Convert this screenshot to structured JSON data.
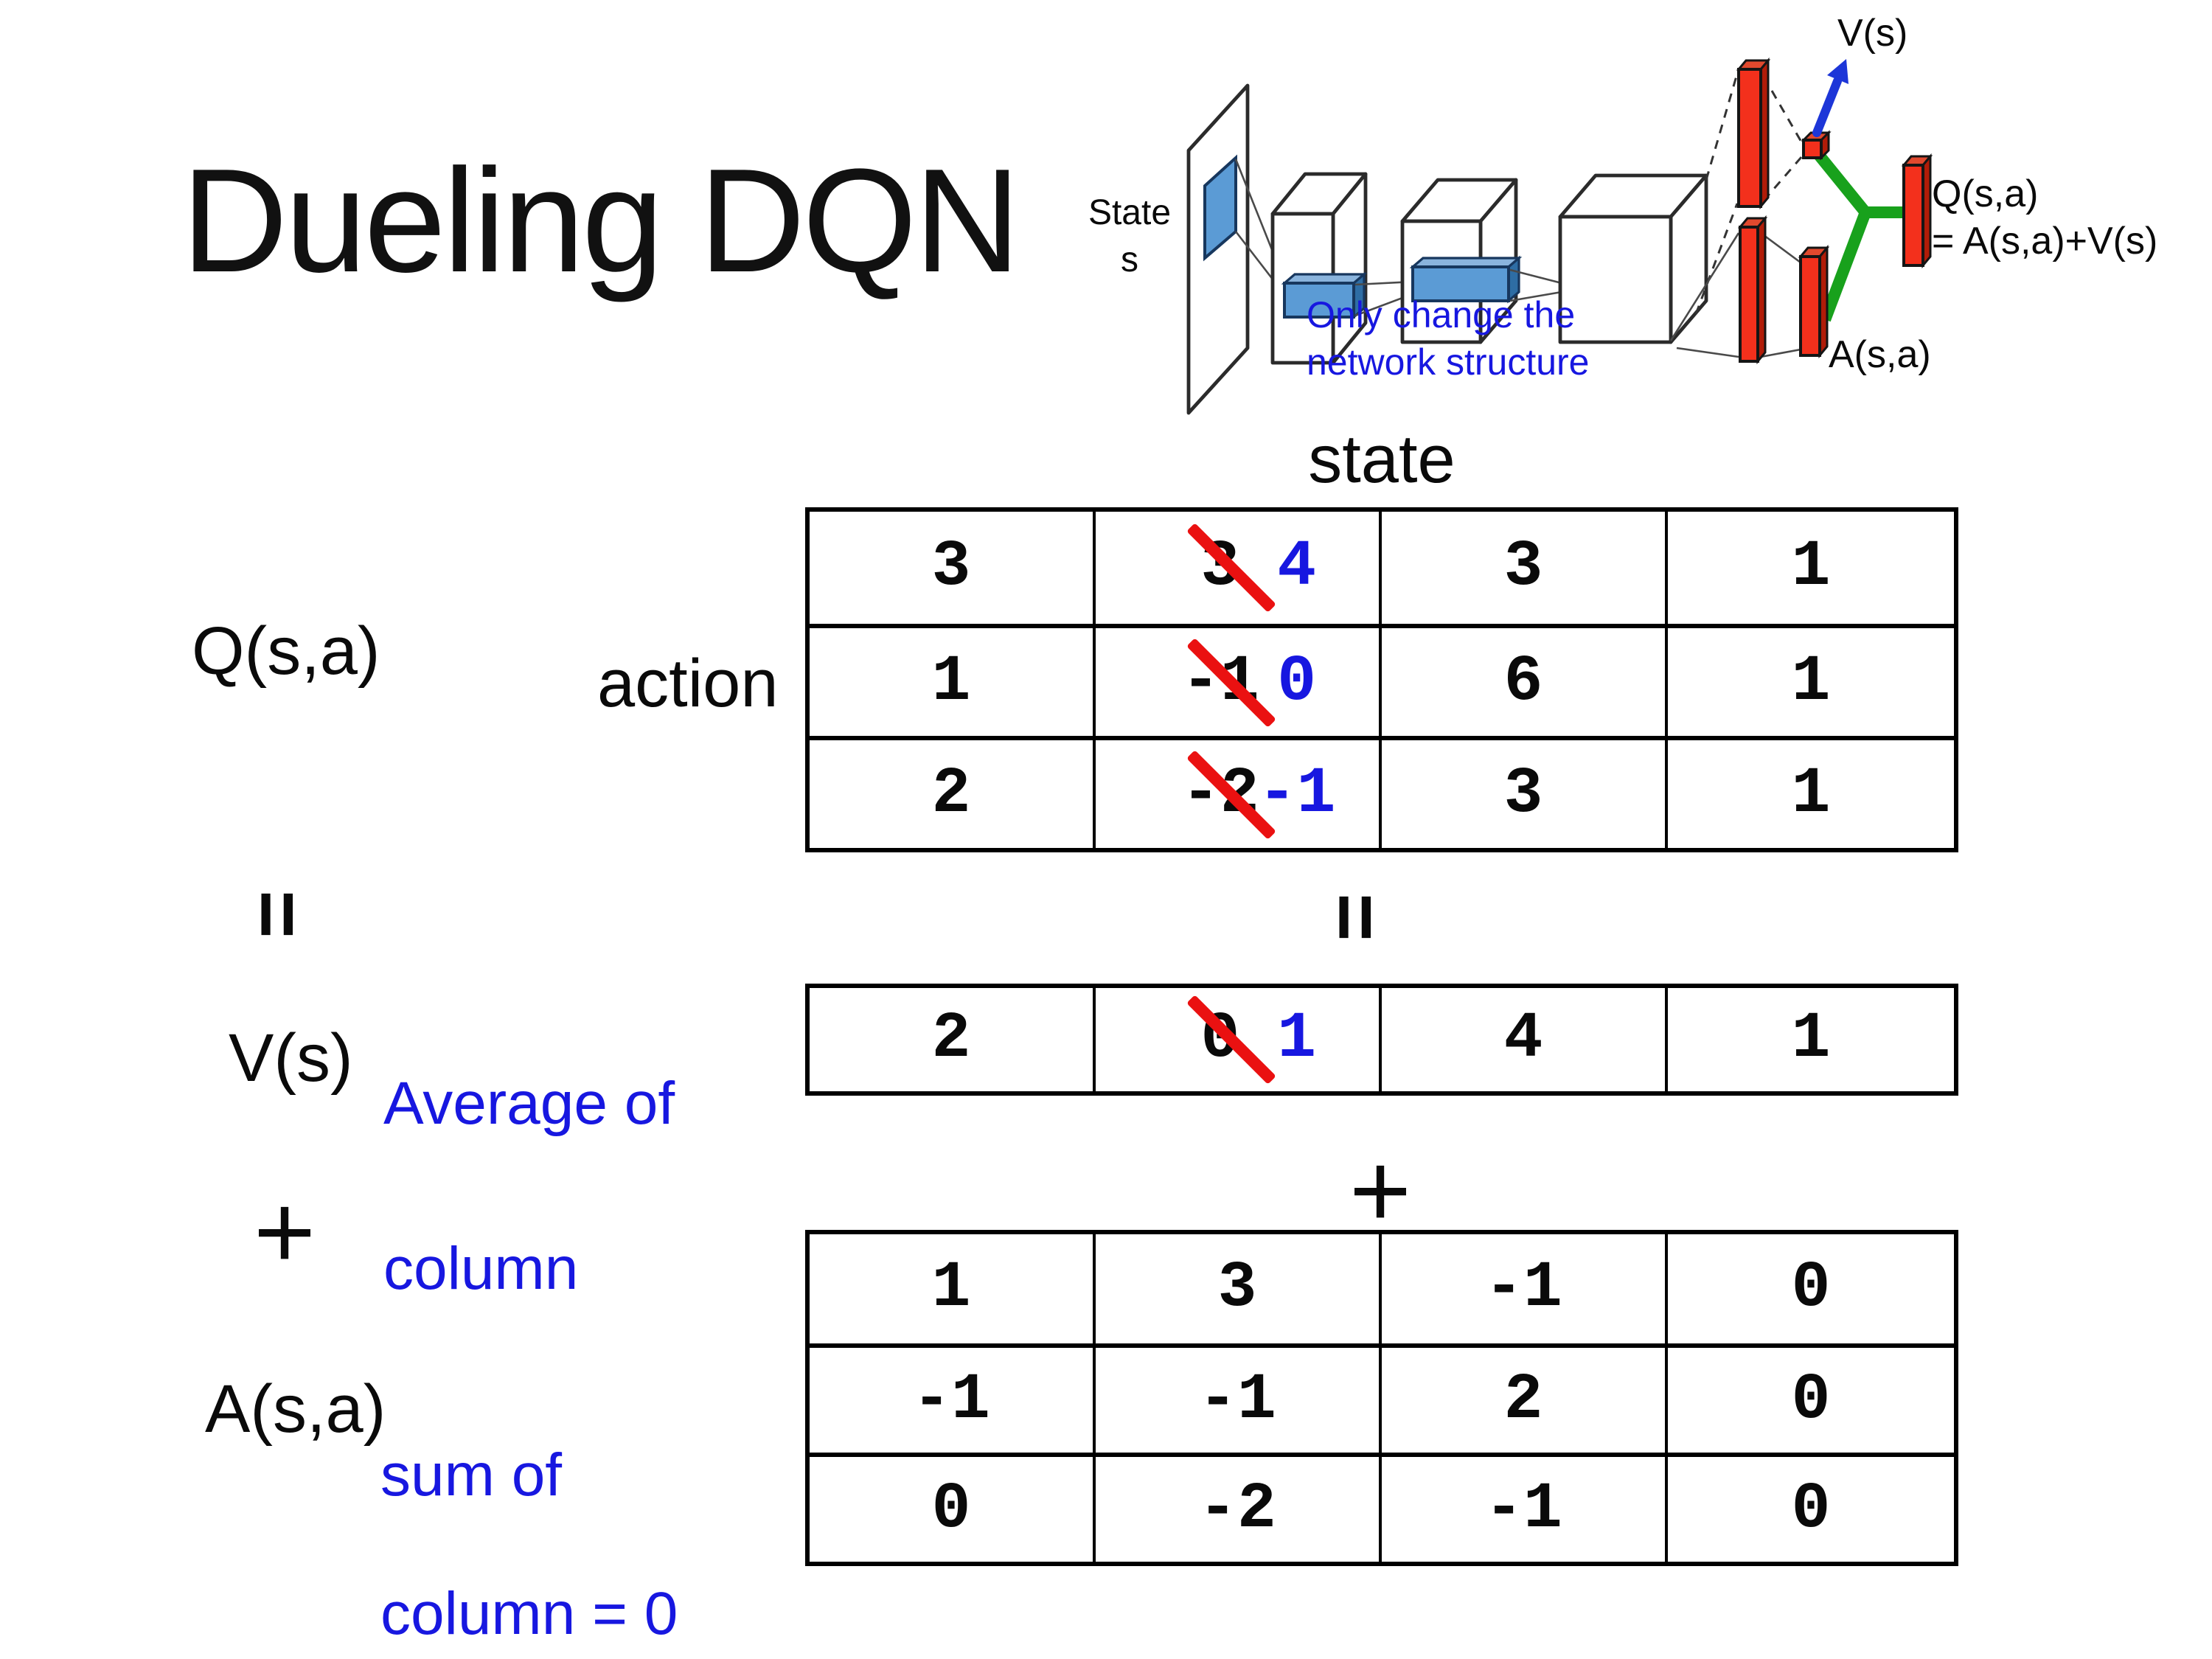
{
  "title": "Dueling DQN",
  "colors": {
    "accent_blue": "#1717e0",
    "strike_red": "#ea1111",
    "node_red": "#f3301c",
    "link_green": "#18a11c",
    "conv_blue": "#5b9bd5"
  },
  "diagram": {
    "state_word": "State",
    "state_s": "s",
    "note1": "Only change the",
    "note2": "network structure",
    "v_out": "V(s)",
    "q_out": "Q(s,a)",
    "q_formula": "= A(s,a)+V(s)",
    "a_out": "A(s,a)"
  },
  "axis": {
    "state": "state",
    "action": "action"
  },
  "left_labels": {
    "q": "Q(s,a)",
    "eq": "=",
    "v": "V(s)",
    "plus": "+",
    "a": "A(s,a)"
  },
  "center_ops": {
    "eq": "=",
    "plus": "+"
  },
  "notes": {
    "avg1": "Average of",
    "avg2": "column",
    "sum1": "sum of",
    "sum2": "column = 0"
  },
  "tables": {
    "q": {
      "rows": [
        [
          "3",
          {
            "old": "3",
            "new": "4"
          },
          "3",
          "1"
        ],
        [
          "1",
          {
            "old": "-1",
            "new": "0"
          },
          "6",
          "1"
        ],
        [
          "2",
          {
            "old": "-2",
            "new": "-1"
          },
          "3",
          "1"
        ]
      ]
    },
    "v": {
      "rows": [
        [
          "2",
          {
            "old": "0",
            "new": "1"
          },
          "4",
          "1"
        ]
      ]
    },
    "a": {
      "rows": [
        [
          "1",
          "3",
          "-1",
          "0"
        ],
        [
          "-1",
          "-1",
          "2",
          "0"
        ],
        [
          "0",
          "-2",
          "-1",
          "0"
        ]
      ]
    }
  }
}
